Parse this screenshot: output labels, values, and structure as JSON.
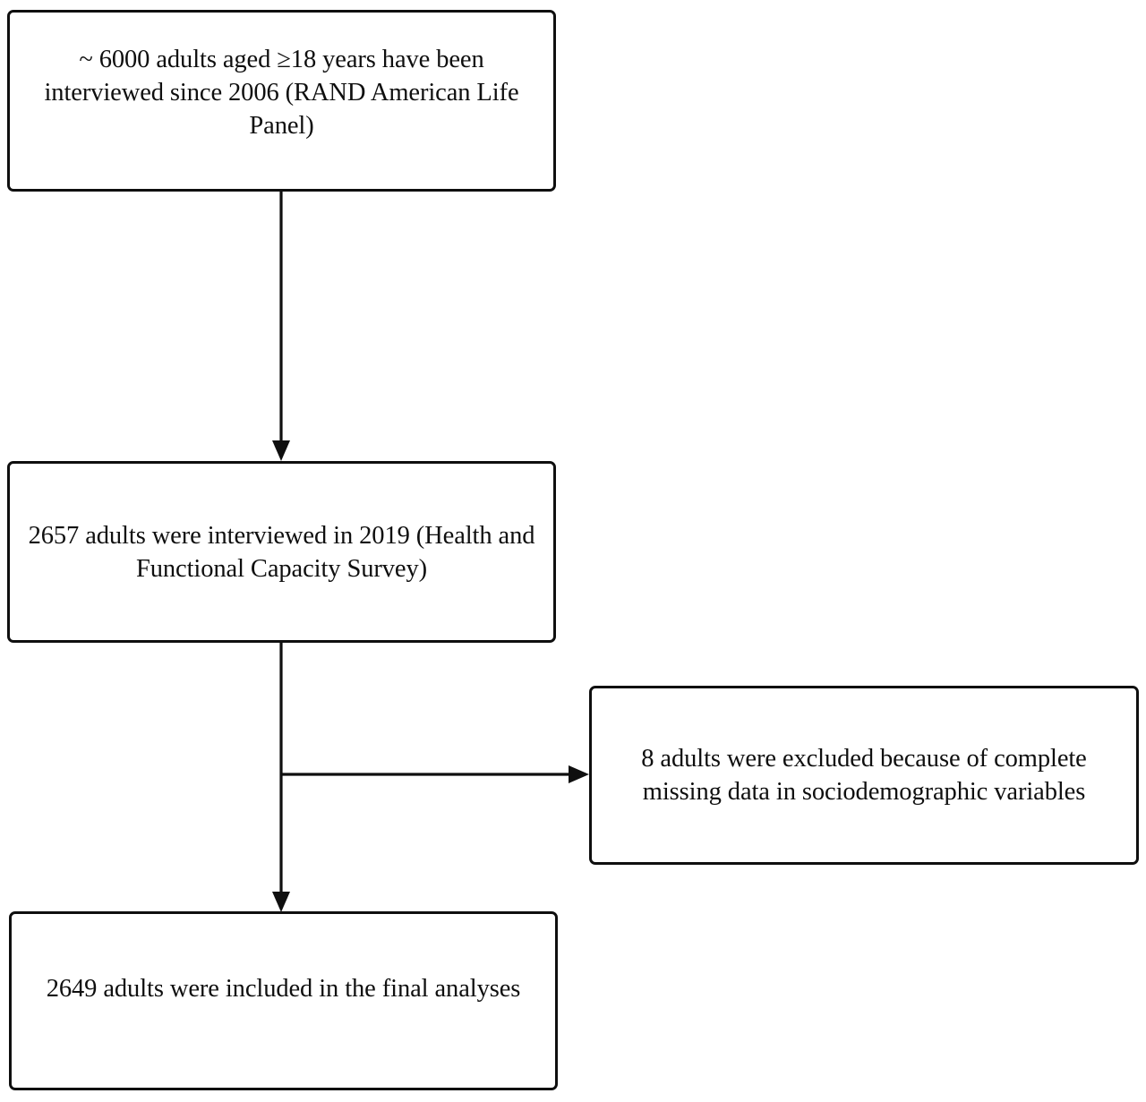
{
  "diagram": {
    "type": "flowchart",
    "orientation": "top-to-bottom",
    "background_color": "#ffffff",
    "line_color": "#0f0f0f",
    "text_color": "#0f0f0f",
    "nodes": [
      {
        "id": "source",
        "name": "source-population-box",
        "text": "~ 6000 adults aged ≥18 years have been interviewed since 2006 (RAND American Life Panel)",
        "lines": [
          "~ 6000 adults aged ≥18 years have been",
          "interviewed since 2006 (RAND American",
          "Life Panel)"
        ],
        "count": 6000,
        "count_prefix": "~",
        "shape": "rounded-rectangle"
      },
      {
        "id": "interviewed",
        "name": "interviewed-2019-box",
        "text": "2657 adults were interviewed in 2019 (Health and Functional Capacity Survey)",
        "lines": [
          "2657 adults were interviewed in 2019",
          "(Health and Functional Capacity Survey)"
        ],
        "count": 2657,
        "shape": "rounded-rectangle"
      },
      {
        "id": "excluded",
        "name": "excluded-box",
        "text": "8 adults were excluded because of complete missing data in sociodemographic variables",
        "lines": [
          "8 adults were excluded because of",
          "complete missing data in",
          "sociodemographic variables"
        ],
        "count": 8,
        "shape": "rounded-rectangle"
      },
      {
        "id": "included",
        "name": "final-analysis-box",
        "text": "2649 adults were included in the final analyses",
        "lines": [
          "2649 adults were included in the final",
          "analyses"
        ],
        "count": 2649,
        "shape": "rounded-rectangle"
      }
    ],
    "edges": [
      {
        "id": "source-to-interviewed",
        "name": "arrow-source-to-interviewed",
        "from": "source",
        "to": "interviewed",
        "direction": "down",
        "label": ""
      },
      {
        "id": "interviewed-to-excluded",
        "name": "arrow-interviewed-to-excluded",
        "from": "interviewed",
        "to": "excluded",
        "direction": "right",
        "label": ""
      },
      {
        "id": "interviewed-to-included",
        "name": "arrow-interviewed-to-included",
        "from": "interviewed",
        "to": "included",
        "direction": "down",
        "label": ""
      }
    ]
  }
}
